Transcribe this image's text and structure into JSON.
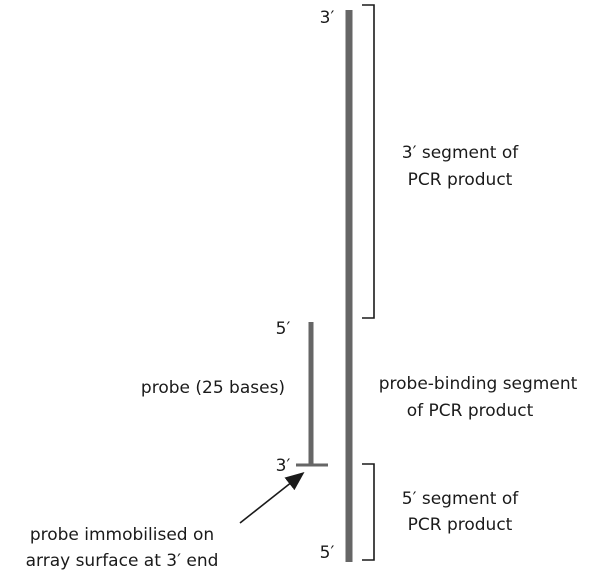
{
  "diagram": {
    "pcr_strand": {
      "top_end": "3′",
      "bottom_end": "5′"
    },
    "probe": {
      "top_end": "5′",
      "bottom_end": "3′",
      "label": "probe (25 bases)"
    },
    "segments": {
      "upper": {
        "line1": "3′ segment of",
        "line2": "PCR product"
      },
      "middle": {
        "line1": "probe-binding segment",
        "line2": "of PCR product"
      },
      "lower": {
        "line1": "5′ segment of",
        "line2": "PCR product"
      }
    },
    "annotation": {
      "line1": "probe immobilised on",
      "line2": "array surface at 3′ end"
    },
    "colors": {
      "strand": "#666666",
      "bracket": "#1a1a1a",
      "text": "#1a1a1a"
    }
  }
}
